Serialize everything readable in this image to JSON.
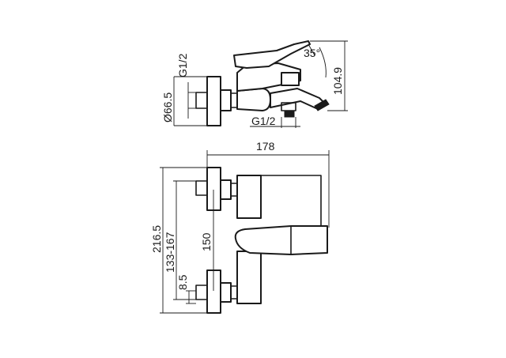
{
  "drawing": {
    "labels": {
      "thread_top": "G1/2",
      "angle": "35°",
      "height_right": "104.9",
      "diameter": "Ø66.5",
      "thread_bottom": "G1/2",
      "width_top": "178",
      "total_height": "216.5",
      "center_range": "133-167",
      "center": "150",
      "offset_small": "8.5"
    },
    "colors": {
      "line": "#1a1a1a",
      "background": "#ffffff"
    }
  }
}
